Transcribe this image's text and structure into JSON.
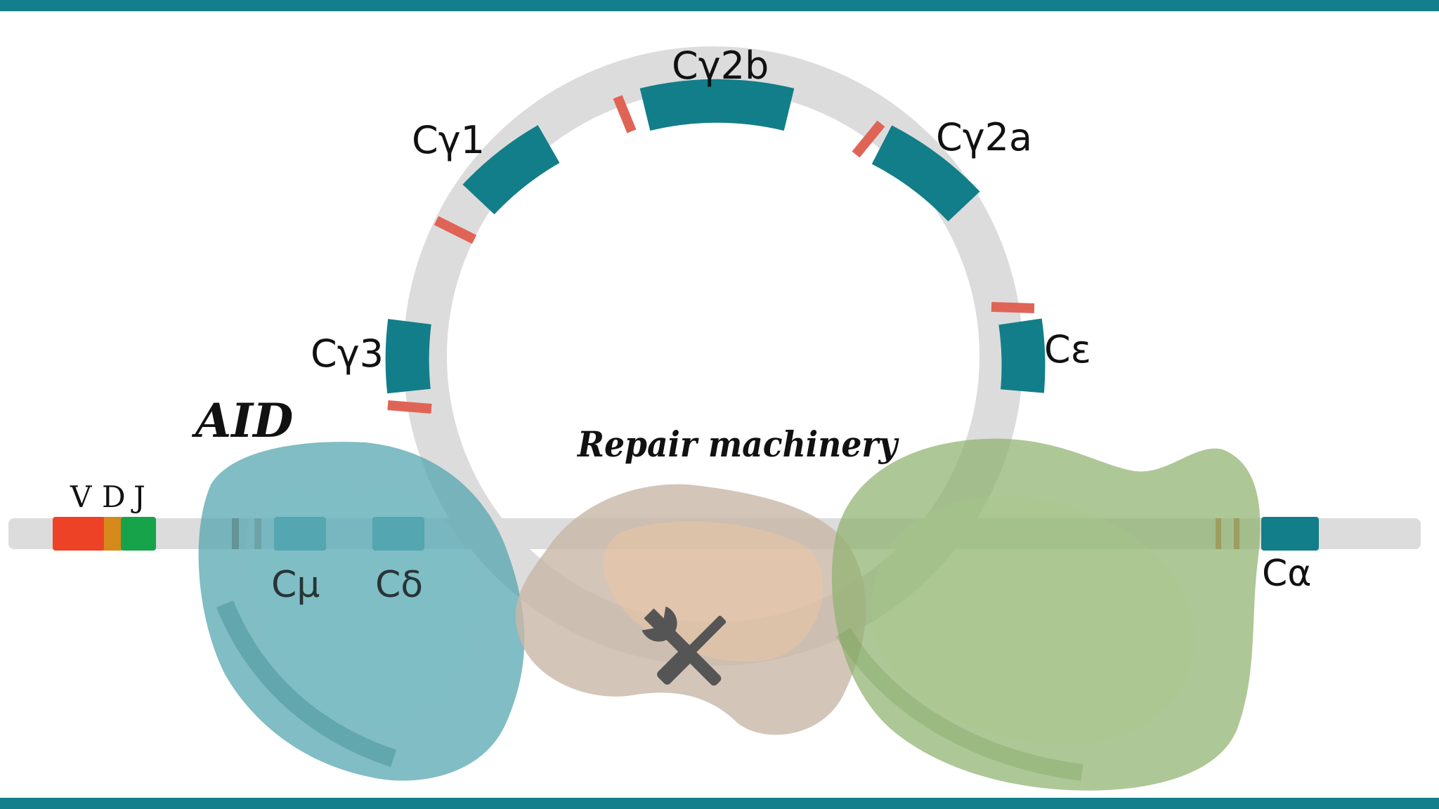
{
  "colors": {
    "frame_bar": "#137f8c",
    "dna_strand": "#dcdcdc",
    "constant_segment": "#127e89",
    "switch_region": "#e06456",
    "v_segment": "#ee4226",
    "d_segment": "#d68a1c",
    "j_segment": "#16a34a",
    "aid_enzyme": "#4fa3ad",
    "repair_enzyme": "#c9b7a8",
    "green_enzyme": "#8fb16e"
  },
  "icons": {
    "repair_tool": "wrench-screwdriver-icon"
  },
  "loop_labels": {
    "cg3": "Cγ3",
    "cg1": "Cγ1",
    "cg2b": "Cγ2b",
    "cg2a": "Cγ2a",
    "ce": "Cε"
  },
  "strand_labels": {
    "v": "V",
    "d": "D",
    "j": "J",
    "cmu": "Cμ",
    "cdelta": "Cδ",
    "calpha": "Cα"
  },
  "enzyme_labels": {
    "aid": "AID",
    "repair": "Repair machinery"
  }
}
